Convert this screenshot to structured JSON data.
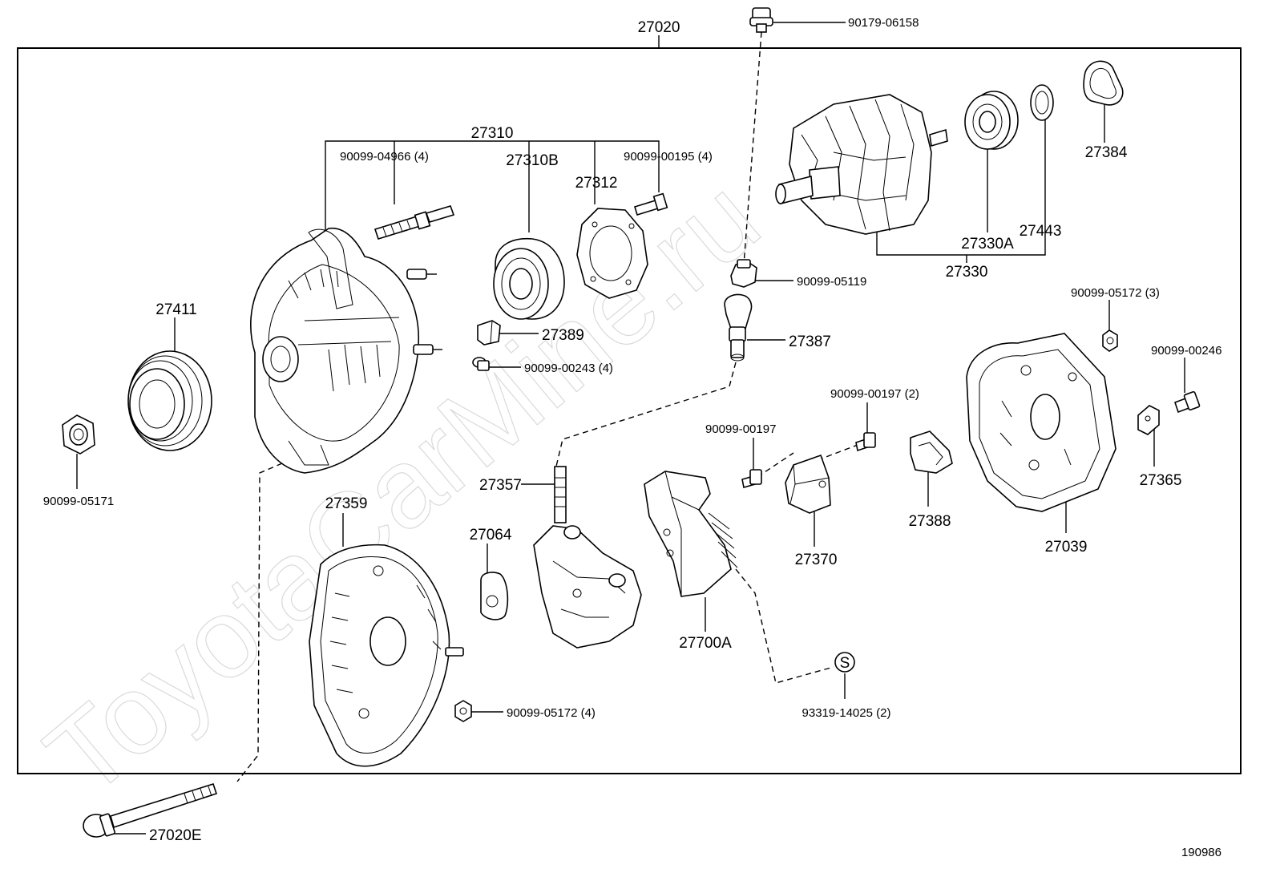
{
  "watermark": "ToyotaCarMine.ru",
  "diagram_number": "190986",
  "labels": {
    "assembly": "27020",
    "bolt_top": "90179-06158",
    "housing_set": "27310",
    "stud_bolt": "90099-04966 (4)",
    "bearing_front": "27310B",
    "retainer": "27312",
    "screw_retainer": "90099-00195 (4)",
    "pulley": "27411",
    "nut_pulley": "90099-05171",
    "clip": "27389",
    "screw_clip": "90099-00243 (4)",
    "nut_rotor": "90099-05119",
    "terminal_insulator": "27387",
    "rotor_assy": "27330",
    "bearing_rear": "27330A",
    "cover_rear_bearing": "27443",
    "gasket": "27384",
    "nut_rear": "90099-05172 (3)",
    "bolt_rear": "90099-00246",
    "rear_cover": "27039",
    "plate_terminal": "27365",
    "brush_holder_bolt": "90099-00197 (2)",
    "regulator_bolt": "90099-00197",
    "brush_holder": "27370",
    "holder_insulator": "27388",
    "rectifier_end_frame": "27359",
    "terminal_plate": "27357",
    "insulator": "27064",
    "regulator": "27700A",
    "nut_frame": "90099-05172 (4)",
    "screw_spec": "93319-14025 (2)",
    "spec_symbol": "S",
    "through_bolt": "27020E"
  }
}
